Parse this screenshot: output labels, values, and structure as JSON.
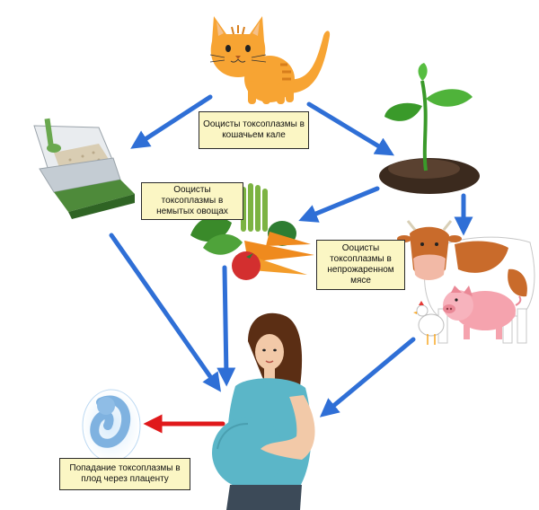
{
  "labels": {
    "cat_feces": "Ооцисты токсоплазмы в кошачьем кале",
    "unwashed_vegetables": "Ооцисты токсоплазмы в немытых овощах",
    "undercooked_meat": "Ооцисты токсоплазмы в непрожаренном мясе",
    "placenta": "Попадание токсоплазмы в плод через плаценту"
  },
  "colors": {
    "arrow_blue": "#2f6fd6",
    "arrow_red": "#e0191b",
    "label_bg": "#fbf6c4",
    "cat_orange": "#f7a433",
    "plant_green": "#3a9a2a",
    "soil_brown": "#3b2a1e",
    "shirt_teal": "#5bb6c8",
    "skin": "#f2c9a8"
  },
  "icons": [
    "cat-icon",
    "litter-box-icon",
    "plant-sprout-icon",
    "vegetables-icon",
    "cow-icon",
    "pig-icon",
    "chicken-icon",
    "pregnant-woman-icon",
    "fetus-icon"
  ]
}
